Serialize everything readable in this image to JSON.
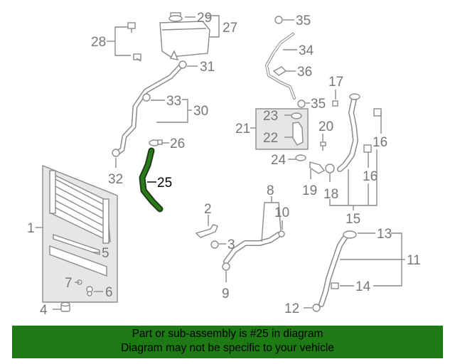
{
  "callouts": {
    "c1": "1",
    "c2": "2",
    "c3": "3",
    "c4": "4",
    "c5": "5",
    "c6": "6",
    "c7": "7",
    "c8": "8",
    "c9": "9",
    "c10": "10",
    "c11": "11",
    "c12": "12",
    "c13": "13",
    "c14": "14",
    "c15": "15",
    "c16a": "16",
    "c16b": "16",
    "c17": "17",
    "c18": "18",
    "c19": "19",
    "c20": "20",
    "c21": "21",
    "c22": "22",
    "c23": "23",
    "c24": "24",
    "c25": "25",
    "c26": "26",
    "c27": "27",
    "c28": "28",
    "c29": "29",
    "c30": "30",
    "c31": "31",
    "c32": "32",
    "c33": "33",
    "c34": "34",
    "c35a": "35",
    "c35b": "35",
    "c36": "36"
  },
  "highlight": {
    "part_number": "25",
    "color": "#2a7a1a"
  },
  "banner": {
    "line1": "Part or sub-assembly is #25 in diagram",
    "line2": "Diagram may not be specific to your vehicle",
    "background": "#1e7a14"
  }
}
